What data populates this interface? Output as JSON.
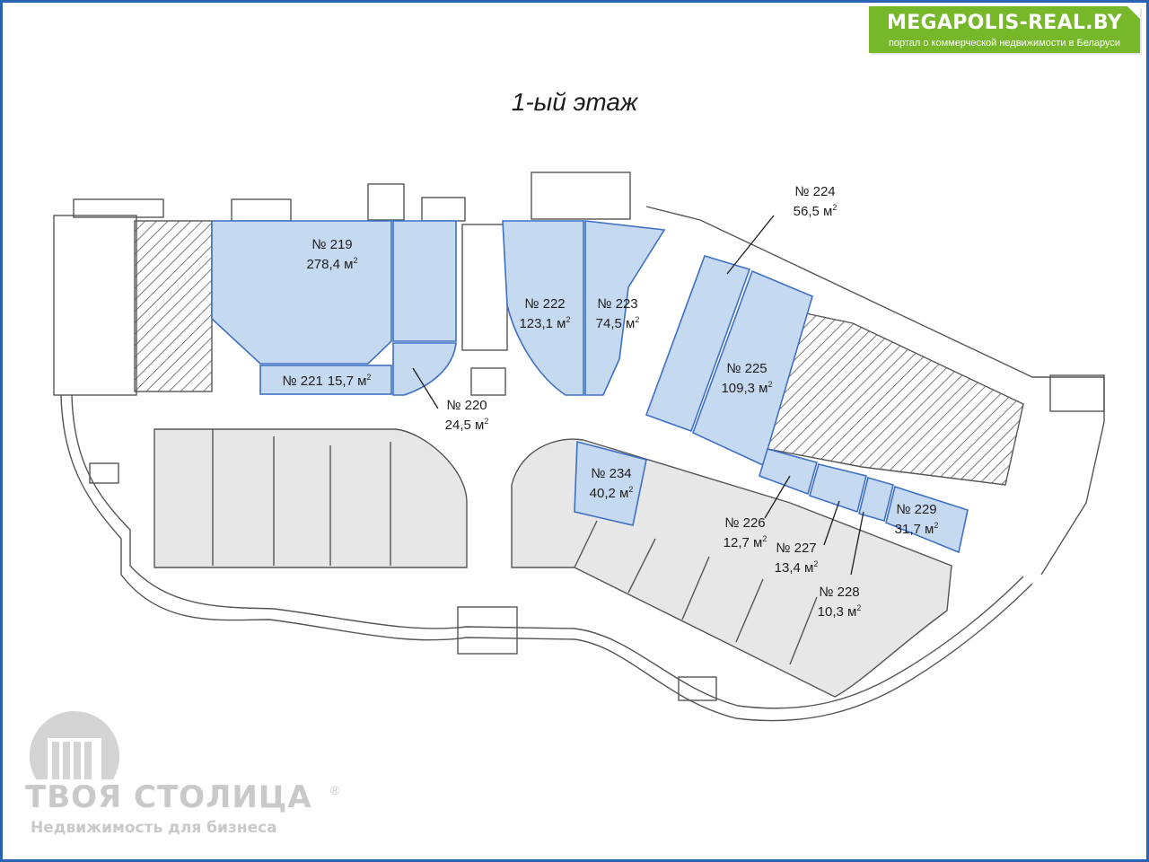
{
  "banner": {
    "site": "MEGAPOLIS-REAL.BY",
    "tagline": "портал о коммерческой недвижимости в Беларуси",
    "color": "#76b82a"
  },
  "floor_title": "1-ый этаж",
  "colors": {
    "available": "#c5d9f1",
    "available_stroke": "#3e70c4",
    "occupied": "#e7e7e7",
    "hatch": "#555555"
  },
  "units": [
    {
      "number": "№ 219",
      "area": "278,4 м",
      "exp": "2"
    },
    {
      "number": "№ 221",
      "area": "15,7 м",
      "exp": "2"
    },
    {
      "number": "№ 220",
      "area": "24,5 м",
      "exp": "2"
    },
    {
      "number": "№ 222",
      "area": "123,1 м",
      "exp": "2"
    },
    {
      "number": "№ 223",
      "area": "74,5 м",
      "exp": "2"
    },
    {
      "number": "№ 224",
      "area": "56,5 м",
      "exp": "2"
    },
    {
      "number": "№ 225",
      "area": "109,3 м",
      "exp": "2"
    },
    {
      "number": "№ 234",
      "area": "40,2 м",
      "exp": "2"
    },
    {
      "number": "№ 226",
      "area": "12,7 м",
      "exp": "2"
    },
    {
      "number": "№ 227",
      "area": "13,4 м",
      "exp": "2"
    },
    {
      "number": "№ 228",
      "area": "10,3 м",
      "exp": "2"
    },
    {
      "number": "№ 229",
      "area": "31,7 м",
      "exp": "2"
    }
  ],
  "brand": {
    "name": "ТВОЯ СТОЛИЦА",
    "registered": "®",
    "subtitle": "Недвижимость для бизнеса",
    "color": "#c9c9c9"
  }
}
